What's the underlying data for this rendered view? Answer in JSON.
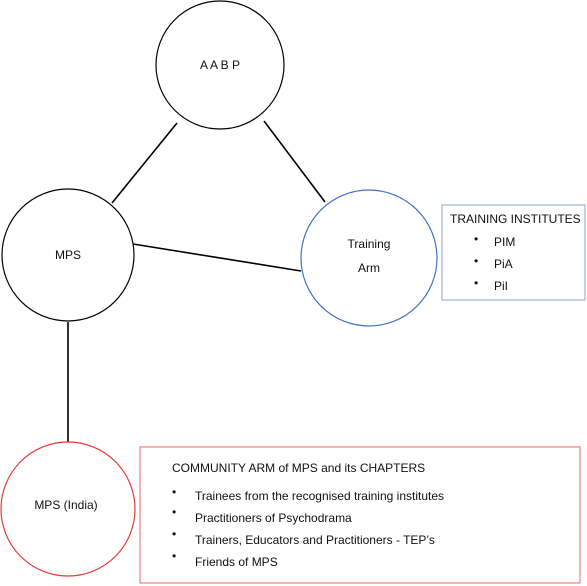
{
  "nodes": {
    "aabp": {
      "label": "A A B P",
      "border_color": "#000000"
    },
    "mps": {
      "label": "MPS",
      "border_color": "#000000"
    },
    "training_arm": {
      "label_line1": "Training",
      "label_line2": "Arm",
      "border_color": "#4472c4"
    },
    "mps_india": {
      "label": "MPS (India)",
      "border_color": "#e53935"
    }
  },
  "training_box": {
    "title": "TRAINING INSTITUTES",
    "border_color": "#9db3cf",
    "items": [
      "PIM",
      "PiA",
      "PiI"
    ]
  },
  "community_box": {
    "title": "COMMUNITY ARM of MPS and its CHAPTERS",
    "border_color": "#f08080",
    "items": [
      "Trainees from the recognised training institutes",
      "Practitioners of Psychodrama",
      "Trainers, Educators and Practitioners - TEP’s",
      "Friends of MPS"
    ]
  },
  "colors": {
    "line": "#000000",
    "training_blue": "#4472c4",
    "community_red": "#e53935"
  }
}
